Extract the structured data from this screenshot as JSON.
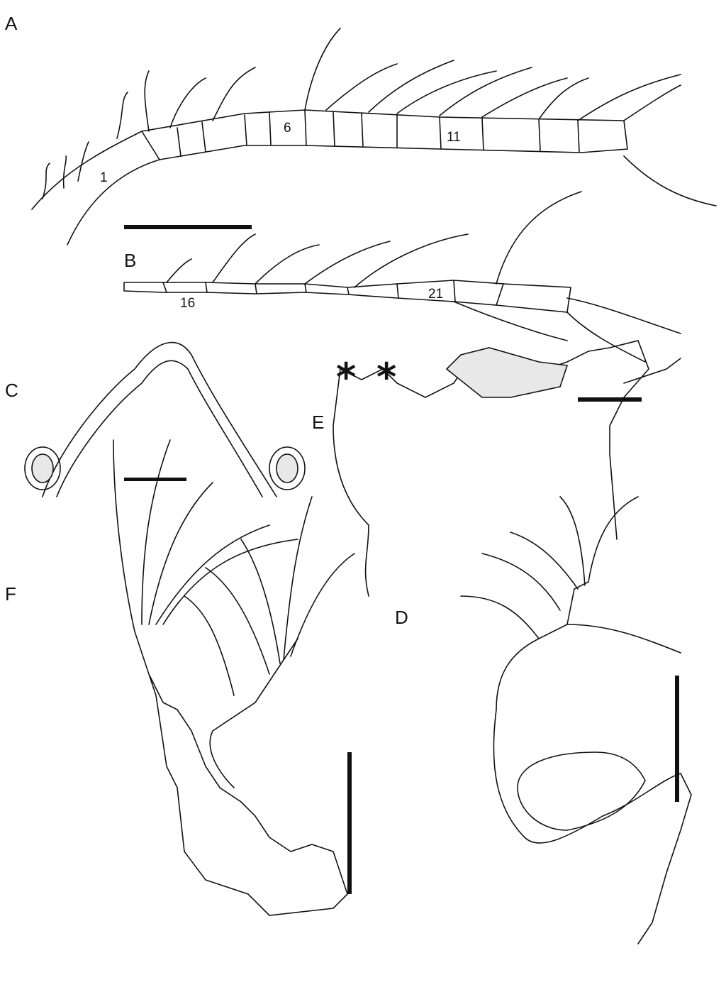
{
  "figure": {
    "panels": [
      {
        "id": "A",
        "label": "A",
        "segment_labels": [
          "1",
          "6",
          "11"
        ]
      },
      {
        "id": "B",
        "label": "B",
        "segment_labels": [
          "16",
          "21"
        ]
      },
      {
        "id": "C",
        "label": "C"
      },
      {
        "id": "D",
        "label": "D"
      },
      {
        "id": "E",
        "label": "E",
        "markers": [
          "*",
          "*"
        ]
      },
      {
        "id": "F",
        "label": "F"
      }
    ],
    "scale_bars": 5,
    "colors": {
      "line": "#111111",
      "stipple": "#e8e8e8",
      "background": "#ffffff"
    }
  }
}
